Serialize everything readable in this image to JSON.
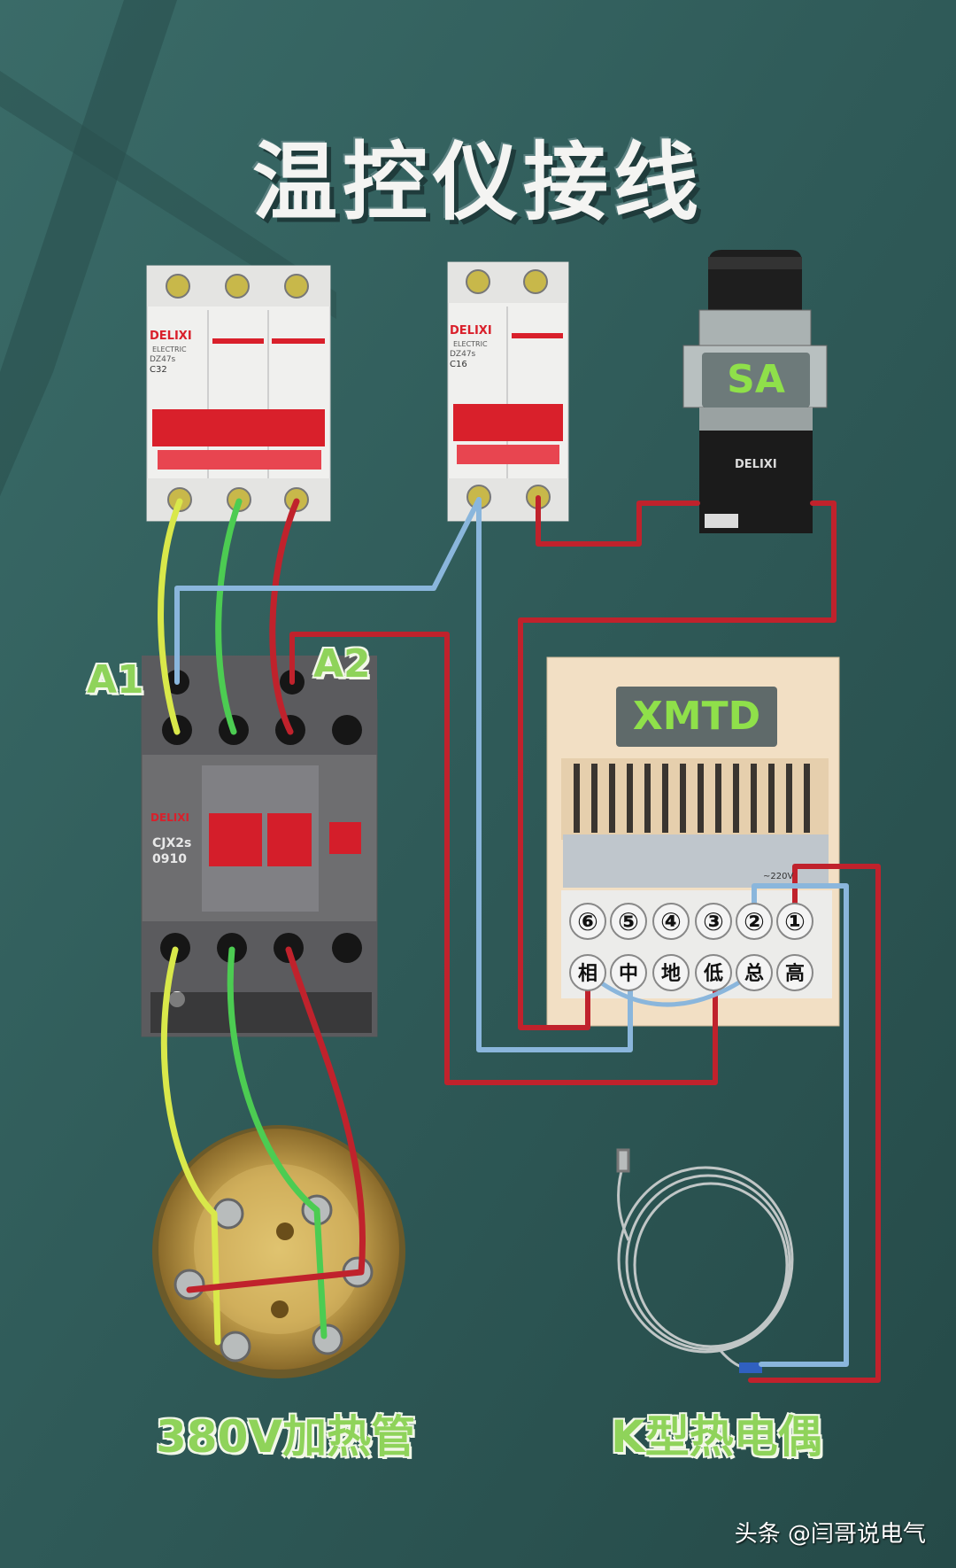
{
  "title": "温控仪接线",
  "brand": "DELIXI",
  "brand_sub": "ELECTRIC",
  "breaker_3p": {
    "model": "DZ47s",
    "rating": "C32"
  },
  "breaker_2p": {
    "model": "DZ47s",
    "rating": "C16"
  },
  "switch_label": "SA",
  "contactor": {
    "model": "CJX2s",
    "code": "0910",
    "coil_a1": "A1",
    "coil_a2": "A2"
  },
  "controller": {
    "label": "XMTD",
    "terminals_top": [
      "⑥",
      "⑤",
      "④",
      "③",
      "②",
      "①"
    ],
    "terminals_bottom": [
      "相",
      "中",
      "地",
      "低",
      "总",
      "高"
    ],
    "voltage_note": "~220V"
  },
  "heater_label": "380V加热管",
  "thermocouple_label": "K型热电偶",
  "watermark": "头条 @闫哥说电气",
  "colors": {
    "background": "#2f5a58",
    "wire_yellow": "#d9e84a",
    "wire_green": "#4ccc52",
    "wire_red": "#c0222c",
    "wire_blue": "#8ab6dc",
    "label_green": "#8fd35a"
  }
}
